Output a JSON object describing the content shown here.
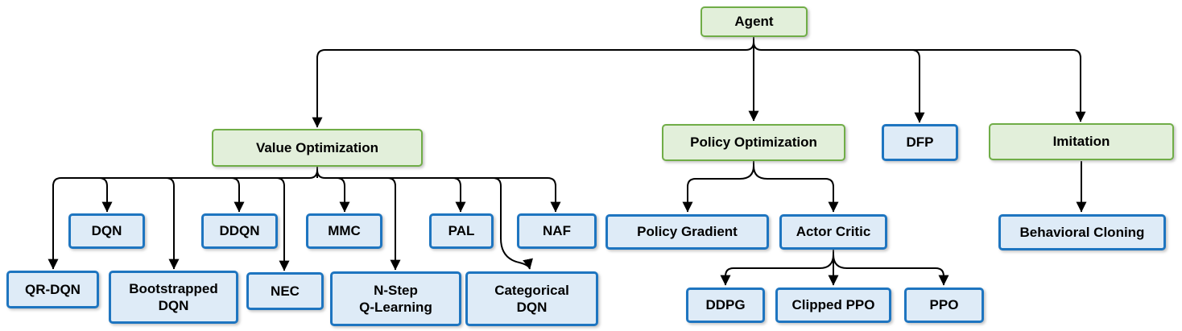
{
  "diagram": {
    "type": "flowchart",
    "colors": {
      "background": "#ffffff",
      "green_fill": "#e2efda",
      "green_border": "#70ad47",
      "blue_fill": "#deebf7",
      "blue_border": "#1e75c0",
      "connector": "#000000"
    },
    "nodes": [
      {
        "id": "agent",
        "label": "Agent",
        "style": "green"
      },
      {
        "id": "value-optimization",
        "label": "Value Optimization",
        "style": "green"
      },
      {
        "id": "policy-optimization",
        "label": "Policy Optimization",
        "style": "green"
      },
      {
        "id": "dfp",
        "label": "DFP",
        "style": "blue"
      },
      {
        "id": "imitation",
        "label": "Imitation",
        "style": "green"
      },
      {
        "id": "dqn",
        "label": "DQN",
        "style": "blue"
      },
      {
        "id": "ddqn",
        "label": "DDQN",
        "style": "blue"
      },
      {
        "id": "mmc",
        "label": "MMC",
        "style": "blue"
      },
      {
        "id": "pal",
        "label": "PAL",
        "style": "blue"
      },
      {
        "id": "naf",
        "label": "NAF",
        "style": "blue"
      },
      {
        "id": "qr-dqn",
        "label": "QR-DQN",
        "style": "blue"
      },
      {
        "id": "bootstrapped-dqn",
        "label": "Bootstrapped\nDQN",
        "style": "blue"
      },
      {
        "id": "nec",
        "label": "NEC",
        "style": "blue"
      },
      {
        "id": "n-step-q-learning",
        "label": "N-Step\nQ-Learning",
        "style": "blue"
      },
      {
        "id": "categorical-dqn",
        "label": "Categorical\nDQN",
        "style": "blue"
      },
      {
        "id": "policy-gradient",
        "label": "Policy Gradient",
        "style": "blue"
      },
      {
        "id": "actor-critic",
        "label": "Actor Critic",
        "style": "blue"
      },
      {
        "id": "behavioral-cloning",
        "label": "Behavioral Cloning",
        "style": "blue"
      },
      {
        "id": "ddpg",
        "label": "DDPG",
        "style": "blue"
      },
      {
        "id": "clipped-ppo",
        "label": "Clipped PPO",
        "style": "blue"
      },
      {
        "id": "ppo",
        "label": "PPO",
        "style": "blue"
      }
    ],
    "edges": [
      {
        "from": "agent",
        "to": "value-optimization"
      },
      {
        "from": "agent",
        "to": "policy-optimization"
      },
      {
        "from": "agent",
        "to": "dfp"
      },
      {
        "from": "agent",
        "to": "imitation"
      },
      {
        "from": "value-optimization",
        "to": "qr-dqn"
      },
      {
        "from": "value-optimization",
        "to": "dqn"
      },
      {
        "from": "value-optimization",
        "to": "bootstrapped-dqn"
      },
      {
        "from": "value-optimization",
        "to": "ddqn"
      },
      {
        "from": "value-optimization",
        "to": "nec"
      },
      {
        "from": "value-optimization",
        "to": "mmc"
      },
      {
        "from": "value-optimization",
        "to": "n-step-q-learning"
      },
      {
        "from": "value-optimization",
        "to": "pal"
      },
      {
        "from": "value-optimization",
        "to": "categorical-dqn"
      },
      {
        "from": "value-optimization",
        "to": "naf"
      },
      {
        "from": "policy-optimization",
        "to": "policy-gradient"
      },
      {
        "from": "policy-optimization",
        "to": "actor-critic"
      },
      {
        "from": "actor-critic",
        "to": "ddpg"
      },
      {
        "from": "actor-critic",
        "to": "clipped-ppo"
      },
      {
        "from": "actor-critic",
        "to": "ppo"
      },
      {
        "from": "imitation",
        "to": "behavioral-cloning"
      }
    ]
  }
}
